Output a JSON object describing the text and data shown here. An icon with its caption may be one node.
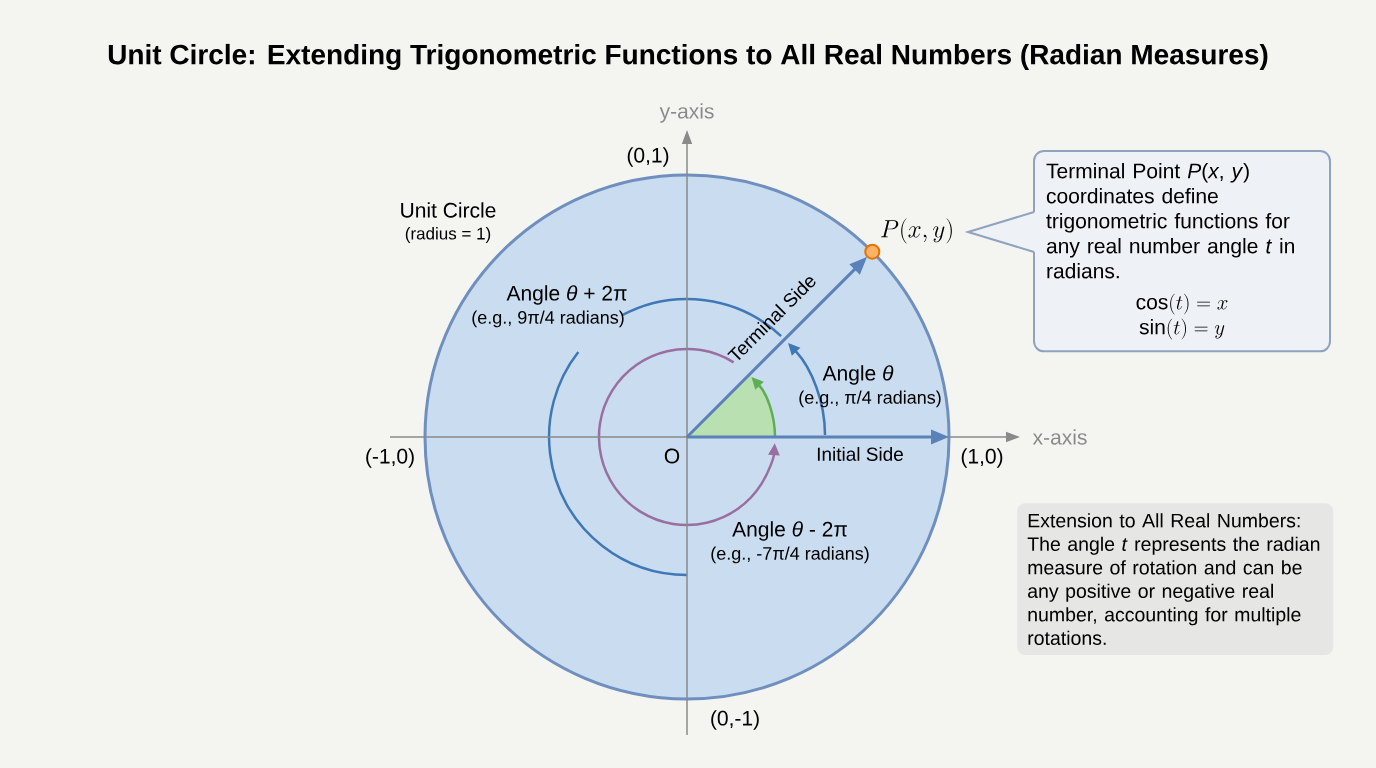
{
  "diagram": {
    "title": "Unit Circle: Extending Trigonometric Functions to All Real Numbers (Radian Measures)",
    "nodes": [
      {
        "text": [
          "Terminal Point *P*(*x*, *y*) coordinates define trigonometric functions for any real number angle *t* in radians.",
          "\\cos(t) = x",
          "\\sin(t) = y"
        ]
      },
      {
        "text": [
          "Extension to All Real Numbers: The angle *t* represents the radian measure of rotation and can be any positive or negative real number, accounting for multiple rotations."
        ]
      }
    ],
    "labels": [
      "y-axis",
      "(0,1)",
      "Unit Circle",
      "(radius = 1)",
      "P(x, y)",
      "Angle *θ* + 2π",
      "(e.g., 9π/4 radians)",
      "Terminal Side",
      "Angle *θ*",
      "(e.g., π/4 radians)",
      "x-axis",
      "(-1,0)",
      "O",
      "Initial Side",
      "(1,0)",
      "Angle *θ* - 2π",
      "(e.g., -7π/4 radians)",
      "(0,-1)"
    ]
  }
}
